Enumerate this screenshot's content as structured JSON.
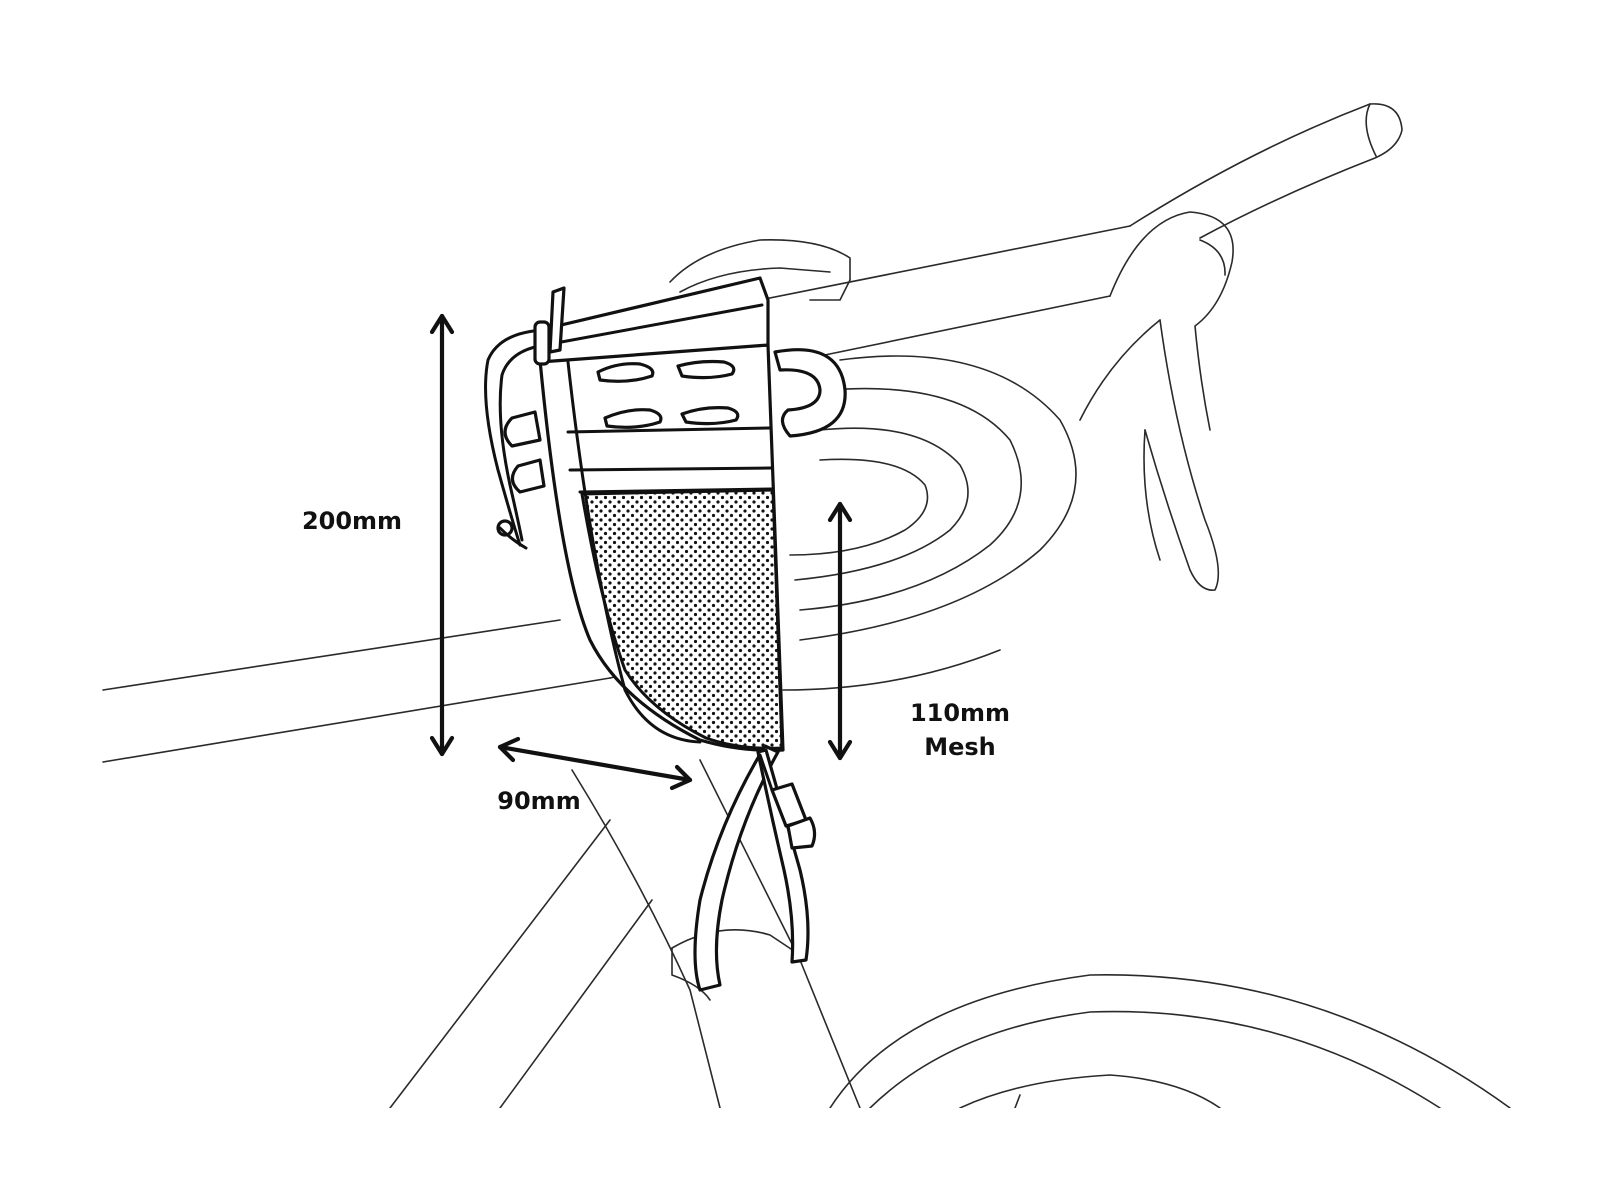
{
  "dimensions": {
    "height": "200mm",
    "depth": "90mm",
    "mesh_height": "110mm",
    "mesh_label": "Mesh"
  },
  "colors": {
    "line": "#111111",
    "background": "#ffffff"
  }
}
